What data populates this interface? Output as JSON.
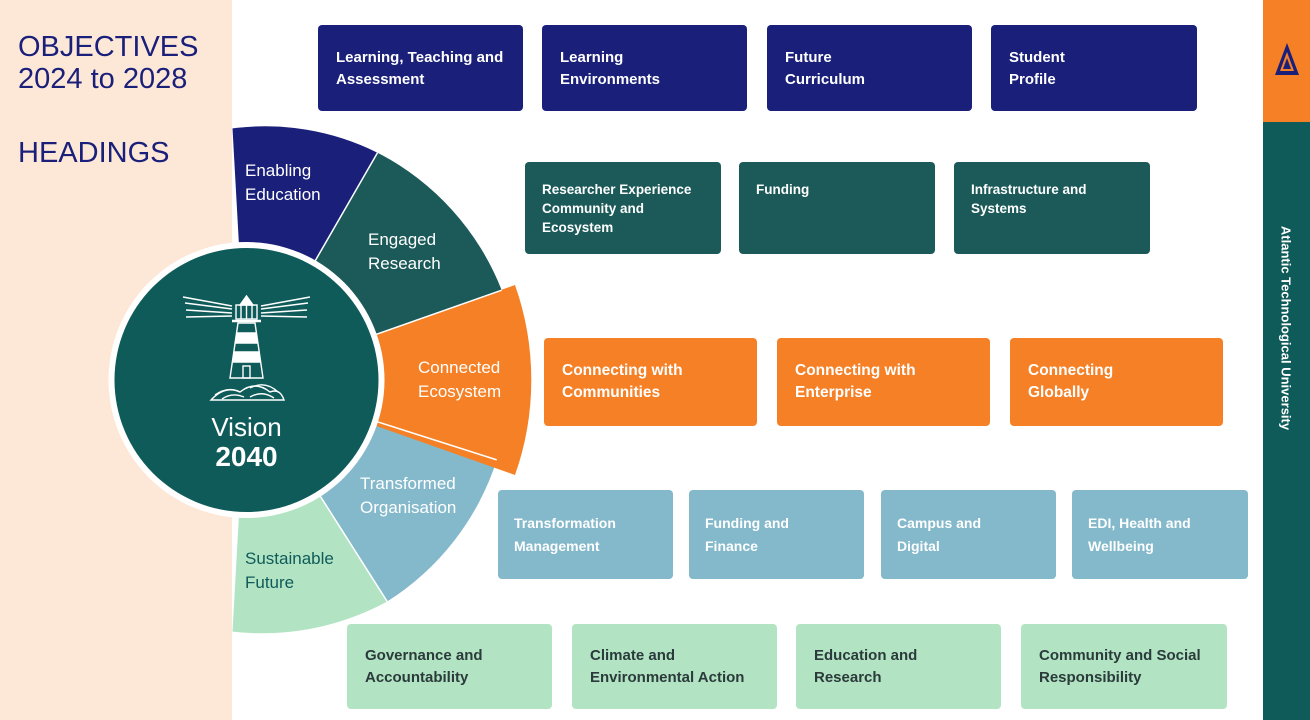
{
  "slide": {
    "heading_line1": "OBJECTIVES",
    "heading_line2": "2024 to 2028",
    "heading_line3": "HEADINGS",
    "org_name": "Atlantic Technological University",
    "logo_icon": "atu-logo-icon"
  },
  "colors": {
    "navy": "#1a1f7a",
    "teal": "#1b5a59",
    "orange": "#f58026",
    "light_blue": "#84b8cb",
    "light_green": "#b2e4c4",
    "peach": "#fde8d8"
  },
  "wheel": {
    "center_line1": "Vision",
    "center_line2": "2040",
    "center_icon": "lighthouse-icon",
    "segments": [
      {
        "line1": "Enabling",
        "line2": "Education"
      },
      {
        "line1": "Engaged",
        "line2": "Research"
      },
      {
        "line1": "Connected",
        "line2": "Ecosystem"
      },
      {
        "line1": "Transformed",
        "line2": "Organisation"
      },
      {
        "line1": "Sustainable",
        "line2": "Future"
      }
    ]
  },
  "rows": [
    {
      "heading": "Enabling Education",
      "items": [
        "Learning, Teaching and\nAssessment",
        "Learning\nEnvironments",
        "Future\nCurriculum",
        "Student\nProfile"
      ]
    },
    {
      "heading": "Engaged Research",
      "items": [
        "Researcher Experience\nCommunity and\nEcosystem",
        "Funding",
        "Infrastructure and\nSystems"
      ]
    },
    {
      "heading": "Connected Ecosystem",
      "items": [
        "Connecting with\nCommunities",
        "Connecting with\nEnterprise",
        "Connecting\nGlobally"
      ]
    },
    {
      "heading": "Transformed Organisation",
      "items": [
        "Transformation\nManagement",
        "Funding and\nFinance",
        "Campus and\nDigital",
        "EDI, Health and\nWellbeing"
      ]
    },
    {
      "heading": "Sustainable Future",
      "items": [
        "Governance and\nAccountability",
        "Climate and\nEnvironmental Action",
        "Education and\nResearch",
        "Community and Social\nResponsibility"
      ]
    }
  ]
}
